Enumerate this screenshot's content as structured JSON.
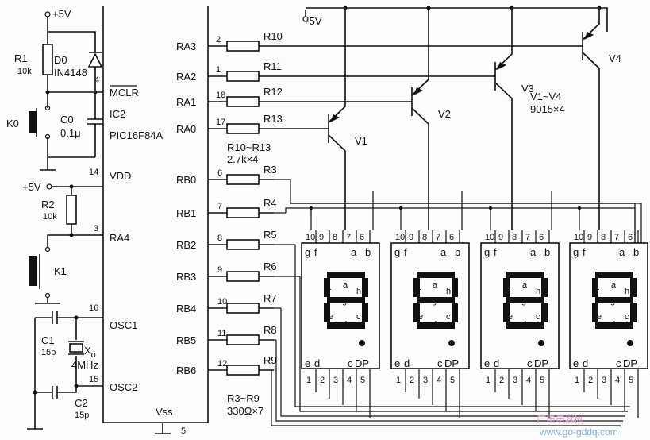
{
  "supply": {
    "vcc_top": "+5V",
    "vcc_left": "+5V",
    "vcc_mid": "+5V"
  },
  "mcu": {
    "ic": "IC2",
    "part": "PIC16F84A",
    "mclr": "MCLR",
    "mclr_pin": "4",
    "vdd": "VDD",
    "vdd_pin": "14",
    "ra4": "RA4",
    "ra4_pin": "3",
    "osc1": "OSC1",
    "osc1_pin": "16",
    "osc2": "OSC2",
    "osc2_pin": "15",
    "vss": "Vss",
    "vss_pin": "5",
    "ports": [
      {
        "name": "RA3",
        "pin": "2",
        "res": "R10"
      },
      {
        "name": "RA2",
        "pin": "1",
        "res": "R11"
      },
      {
        "name": "RA1",
        "pin": "18",
        "res": "R12"
      },
      {
        "name": "RA0",
        "pin": "17",
        "res": "R13"
      },
      {
        "name": "RB0",
        "pin": "6",
        "res": "R3"
      },
      {
        "name": "RB1",
        "pin": "7",
        "res": "R4"
      },
      {
        "name": "RB2",
        "pin": "8",
        "res": "R5"
      },
      {
        "name": "RB3",
        "pin": "9",
        "res": "R6"
      },
      {
        "name": "RB4",
        "pin": "10",
        "res": "R7"
      },
      {
        "name": "RB5",
        "pin": "11",
        "res": "R8"
      },
      {
        "name": "RB6",
        "pin": "12",
        "res": "R9"
      }
    ]
  },
  "parts": {
    "r1": "R1",
    "r1_val": "10k",
    "d0": "D0",
    "d0_val": "IN4148",
    "k0": "K0",
    "c0": "C0",
    "c0_val": "0.1μ",
    "r2": "R2",
    "r2_val": "10k",
    "k1": "K1",
    "c1": "C1",
    "c1_val": "15p",
    "c2": "C2",
    "c2_val": "15p",
    "xtal": "X",
    "xtal_sub": "o",
    "xtal_val": "4MHz",
    "r10_13": "R10~R13",
    "r10_13_val": "2.7k×4",
    "r3_9": "R3~R9",
    "r3_9_val": "330Ω×7",
    "transistors": [
      "V1",
      "V2",
      "V3",
      "V4"
    ],
    "v_range": "V1~V4",
    "v_part": "9015×4"
  },
  "display": {
    "top_pins": [
      "10",
      "9",
      "8",
      "7",
      "6"
    ],
    "bottom_pins": [
      "1",
      "2",
      "3",
      "4",
      "5"
    ],
    "top_letters": [
      "g",
      "f",
      "a",
      "b"
    ],
    "bottom_letters": [
      "e",
      "d",
      "c",
      "DP"
    ],
    "seg_letters": [
      "f",
      "a",
      "h",
      "g",
      "e",
      "d",
      "c"
    ]
  },
  "watermark": {
    "cn": "广电电器网",
    "url": "www.go-gddq.com"
  }
}
